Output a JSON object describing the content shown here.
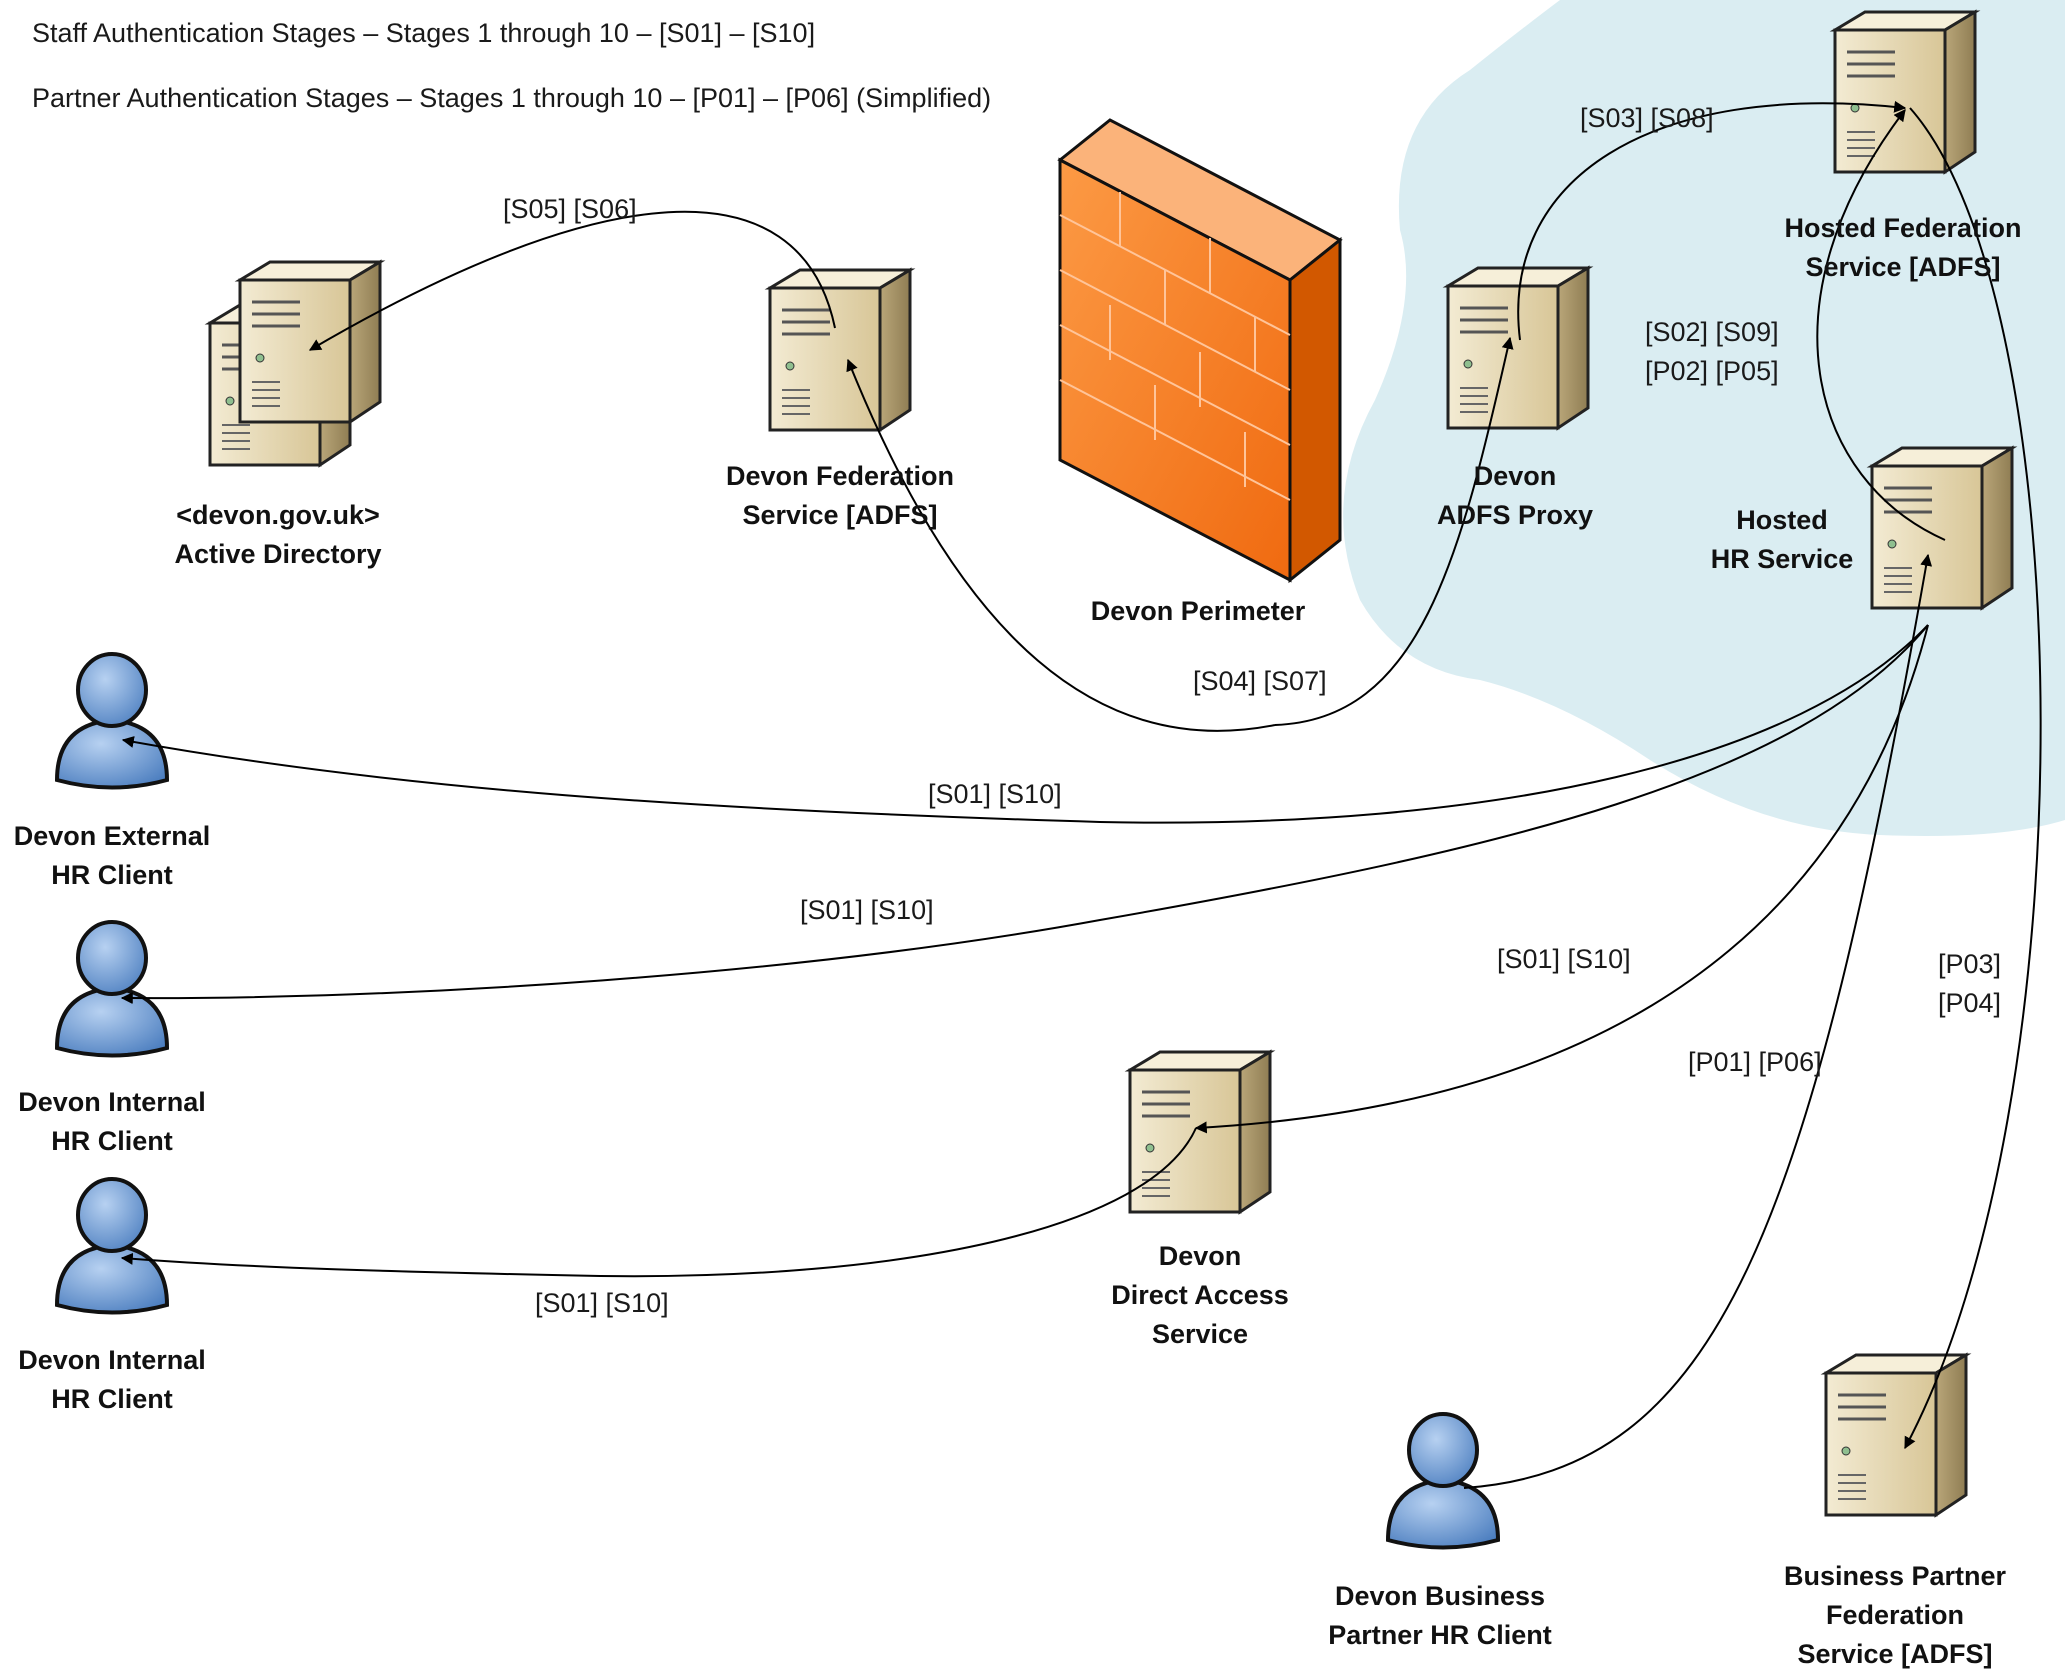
{
  "header": {
    "staff_line": "Staff Authentication Stages – Stages 1 through 10 – [S01] – [S10]",
    "partner_line": "Partner Authentication Stages – Stages 1 through 10 – [P01] – [P06] (Simplified)"
  },
  "nodes": {
    "active_directory": {
      "line1": "<devon.gov.uk>",
      "line2": "Active Directory",
      "icon": "server-cluster-icon"
    },
    "devon_federation": {
      "line1": "Devon Federation",
      "line2": "Service [ADFS]",
      "icon": "server-icon"
    },
    "devon_perimeter": {
      "line1": "Devon Perimeter",
      "icon": "firewall-icon"
    },
    "devon_adfs_proxy": {
      "line1": "Devon",
      "line2": "ADFS Proxy",
      "icon": "server-icon"
    },
    "hosted_federation": {
      "line1": "Hosted Federation",
      "line2": "Service [ADFS]",
      "icon": "server-icon"
    },
    "hosted_hr": {
      "line1": "Hosted",
      "line2": "HR Service",
      "icon": "server-icon"
    },
    "external_client": {
      "line1": "Devon External",
      "line2": "HR Client",
      "icon": "user-icon"
    },
    "internal_client_1": {
      "line1": "Devon Internal",
      "line2": "HR Client",
      "icon": "user-icon"
    },
    "internal_client_2": {
      "line1": "Devon Internal",
      "line2": "HR Client",
      "icon": "user-icon"
    },
    "direct_access": {
      "line1": "Devon",
      "line2": "Direct Access",
      "line3": "Service",
      "icon": "server-icon"
    },
    "business_partner_client": {
      "line1": "Devon Business",
      "line2": "Partner HR Client",
      "icon": "user-icon"
    },
    "business_partner_federation": {
      "line1": "Business Partner",
      "line2": "Federation",
      "line3": "Service [ADFS]",
      "icon": "server-icon"
    }
  },
  "edges": {
    "s05_s06": "[S05] [S06]",
    "s03_s08": "[S03] [S08]",
    "s02_s09": "[S02] [S09]",
    "p02_p05": "[P02] [P05]",
    "s04_s07": "[S04] [S07]",
    "external_s01_s10": "[S01] [S10]",
    "internal1_s01_s10": "[S01] [S10]",
    "direct_s01_s10": "[S01] [S10]",
    "internal2_s01_s10": "[S01] [S10]",
    "p01_p06": "[P01] [P06]",
    "p03": "[P03]",
    "p04": "[P04]"
  },
  "colors": {
    "cloud": "#daedf2",
    "firewall": "#f7781e",
    "server": "#e9dcb7",
    "user": "#6d9ed8"
  }
}
